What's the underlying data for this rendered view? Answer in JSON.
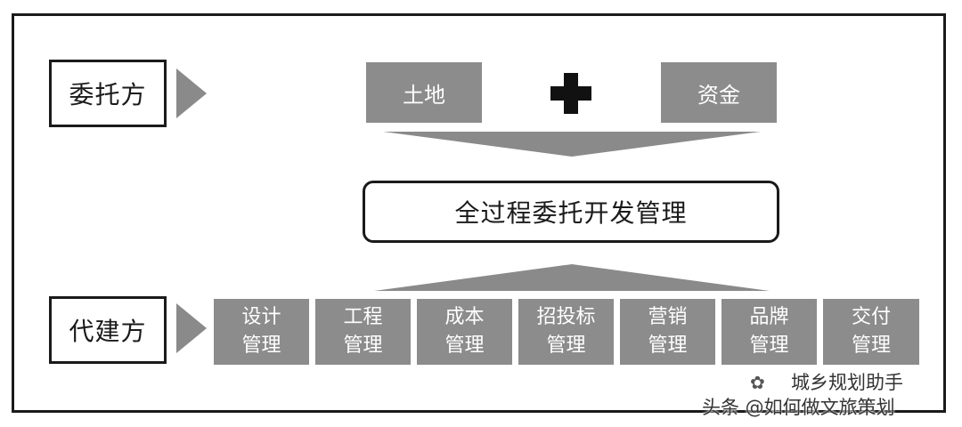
{
  "client_label": "委托方",
  "agent_label": "代建方",
  "resources": {
    "land": "土地",
    "funds": "资金"
  },
  "center_label": "全过程委托开发管理",
  "management_items": [
    {
      "line1": "设计",
      "line2": "管理"
    },
    {
      "line1": "工程",
      "line2": "管理"
    },
    {
      "line1": "成本",
      "line2": "管理"
    },
    {
      "line1": "招投标",
      "line2": "管理"
    },
    {
      "line1": "营销",
      "line2": "管理"
    },
    {
      "line1": "品牌",
      "line2": "管理"
    },
    {
      "line1": "交付",
      "line2": "管理"
    }
  ],
  "watermark": {
    "line1": "城乡规划助手",
    "line2": "头条 @如何做文旅策划"
  },
  "colors": {
    "box_gray": "#8c8c8c",
    "arrow_gray": "#8a8a8a",
    "border": "#1a1a1a"
  },
  "icons": {
    "plus": "plus-icon",
    "watermark": "wechat-icon"
  }
}
